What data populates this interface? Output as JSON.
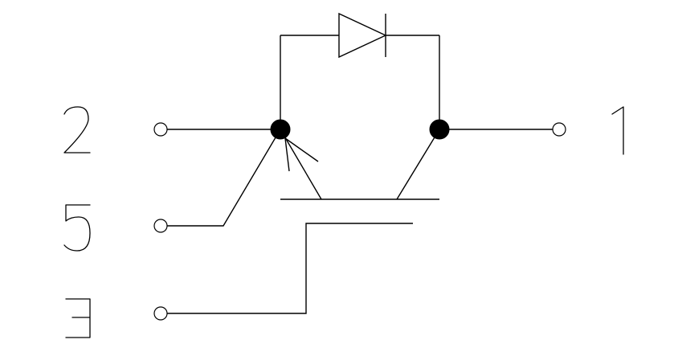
{
  "schematic": {
    "pins": [
      {
        "id": "pin-2",
        "label": "2"
      },
      {
        "id": "pin-5",
        "label": "5"
      },
      {
        "id": "pin-3",
        "label": "3"
      },
      {
        "id": "pin-1",
        "label": "1"
      }
    ],
    "colors": {
      "line": "#000000",
      "background": "#ffffff",
      "node_fill": "#000000"
    }
  }
}
